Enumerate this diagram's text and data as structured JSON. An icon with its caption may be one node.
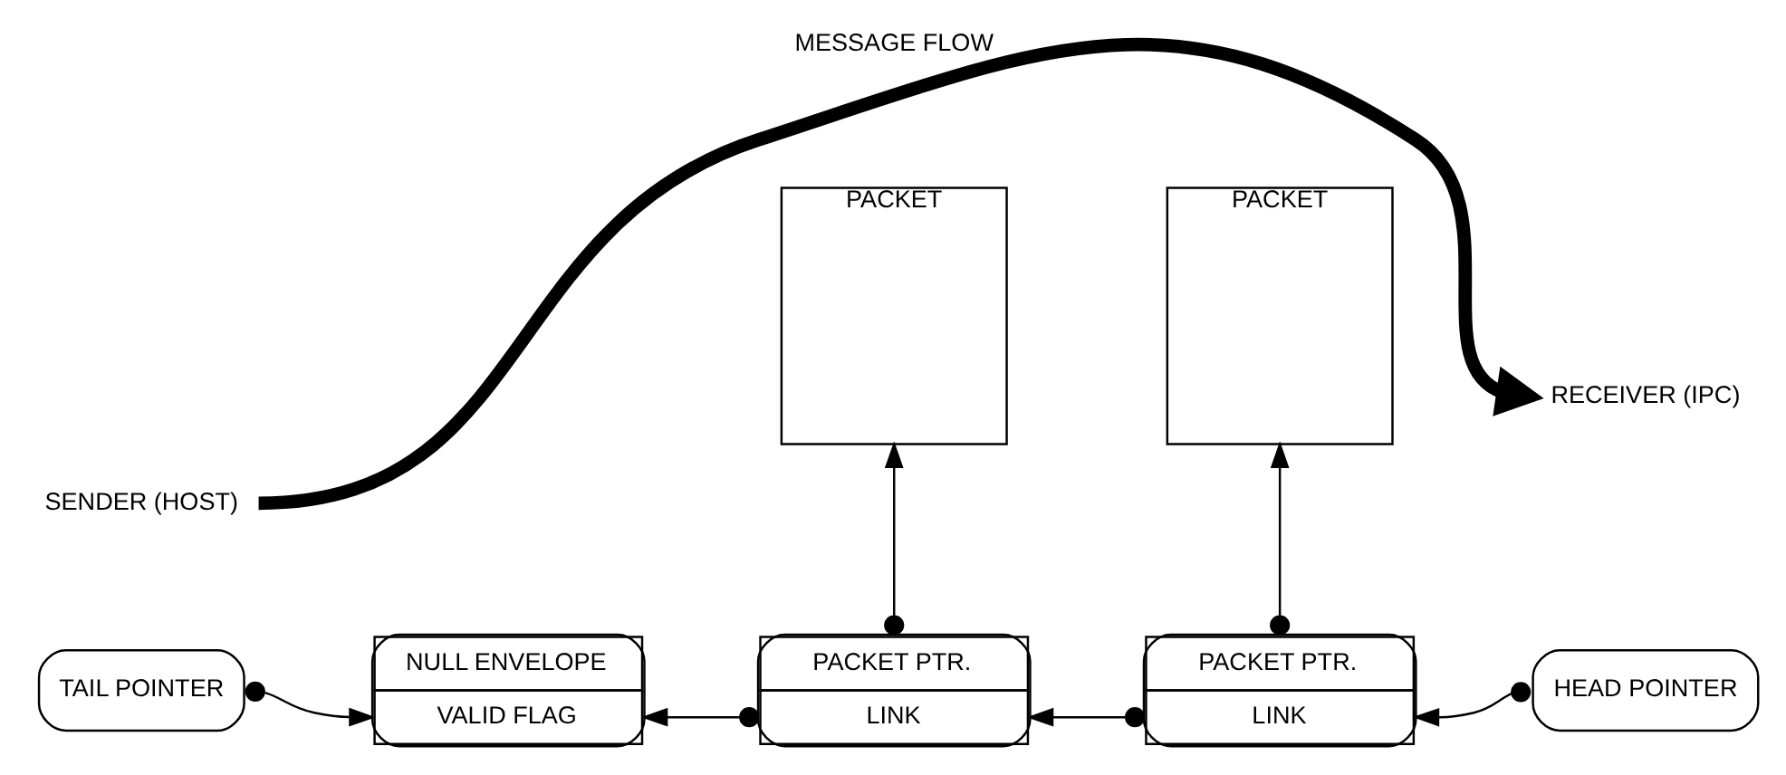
{
  "diagram": {
    "nodes": [
      {
        "text": [
          "PACKET"
        ]
      },
      {
        "text": [
          "PACKET"
        ]
      },
      {
        "text": [
          "NULL ENVELOPE",
          "VALID FLAG"
        ]
      },
      {
        "text": [
          "PACKET PTR.",
          "LINK"
        ]
      },
      {
        "text": [
          "PACKET PTR.",
          "LINK"
        ]
      },
      {
        "text": [
          "TAIL POINTER"
        ]
      },
      {
        "text": [
          "HEAD POINTER"
        ]
      },
      {
        "text": [
          "SENDER (HOST)"
        ]
      },
      {
        "text": [
          "RECEIVER (IPC)"
        ]
      }
    ],
    "edges": [
      {
        "from": 5,
        "to": 2,
        "arrow": "to"
      },
      {
        "from": 3,
        "to": 2,
        "arrow": "to"
      },
      {
        "from": 3,
        "to": 0,
        "arrow": "to"
      },
      {
        "from": 4,
        "to": 3,
        "arrow": "to"
      },
      {
        "from": 4,
        "to": 1,
        "arrow": "to"
      },
      {
        "from": 6,
        "to": 4,
        "arrow": "to"
      },
      {
        "from": 7,
        "to": 8,
        "arrow": "to",
        "label": "MESSAGE FLOW",
        "style": "thick"
      }
    ]
  }
}
